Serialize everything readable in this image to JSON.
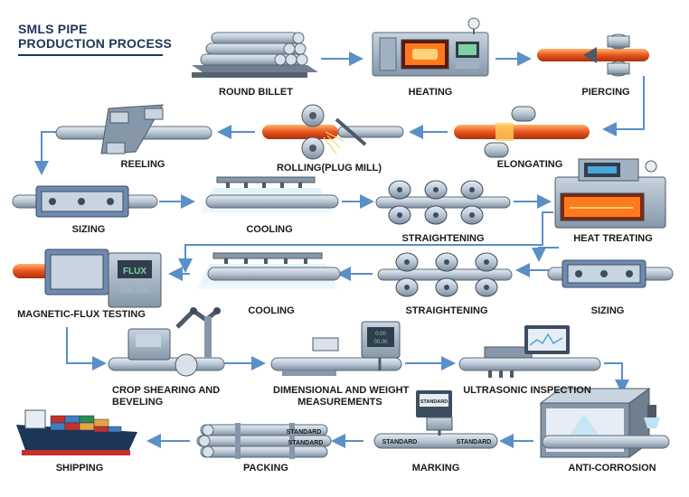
{
  "title": {
    "line1": "SMLS PIPE",
    "line2": "PRODUCTION PROCESS"
  },
  "steps": {
    "round_billet": "ROUND BILLET",
    "heating": "HEATING",
    "piercing": "PIERCING",
    "reeling": "REELING",
    "rolling": "ROLLING(PLUG MILL)",
    "elongating": "ELONGATING",
    "sizing_1": "SIZING",
    "cooling_1": "COOLING",
    "straightening_1": "STRAIGHTENING",
    "heat_treating": "HEAT TREATING",
    "magnetic_flux": "MAGNETIC-FLUX TESTING",
    "cooling_2": "COOLING",
    "straightening_2": "STRAIGHTENING",
    "sizing_2": "SIZING",
    "crop_shearing_1": "CROP SHEARING AND",
    "crop_shearing_2": "BEVELING",
    "dimensional_1": "DIMENSIONAL AND WEIGHT",
    "dimensional_2": "MEASUREMENTS",
    "ultrasonic": "ULTRASONIC INSPECTION",
    "shipping": "SHIPPING",
    "packing": "PACKING",
    "marking": "MARKING",
    "anti_corrosion": "ANTI-CORROSION"
  },
  "machine_text": {
    "flux_display": "FLUX",
    "standard_tag": "STANDARD",
    "pipe_standard_a": "STANDARD",
    "pipe_standard_b": "STANDARD",
    "pack_standard_a": "STANDARD",
    "pack_standard_b": "STANDARD",
    "gauge_a": "0.00",
    "gauge_b": "00.00"
  },
  "colors": {
    "title": "#1d3557",
    "arrow": "#5b8fc7",
    "steel": "#b9c6d3",
    "steel_dark": "#6f7f90",
    "hot": "#e8541e",
    "machine": "#8ea3b8",
    "water": "#bfe3f5"
  }
}
